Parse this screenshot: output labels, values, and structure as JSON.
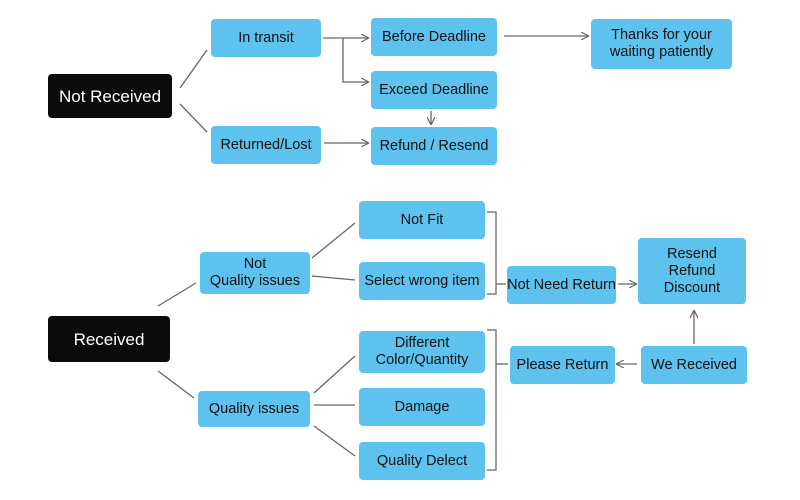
{
  "colors": {
    "node_fill": "#5ec2ee",
    "root_fill": "#0b0b0b",
    "line": "#666666"
  },
  "not_received": {
    "root": "Not Received",
    "in_transit": "In transit",
    "returned_lost": "Returned/Lost",
    "before_deadline": "Before Deadline",
    "exceed_deadline": "Exceed Deadline",
    "refund_resend": "Refund / Resend",
    "thanks": "Thanks for your\nwaiting patiently"
  },
  "received": {
    "root": "Received",
    "not_quality": "Not\nQuality issues",
    "quality": "Quality issues",
    "not_fit": "Not Fit",
    "wrong_item": "Select wrong item",
    "different": "Different\nColor/Quantity",
    "damage": "Damage",
    "defect": "Quality Delect",
    "not_need_return": "Not Need Return",
    "please_return": "Please Return",
    "we_received": "We Received",
    "outcome": "Resend\nRefund\nDiscount"
  }
}
